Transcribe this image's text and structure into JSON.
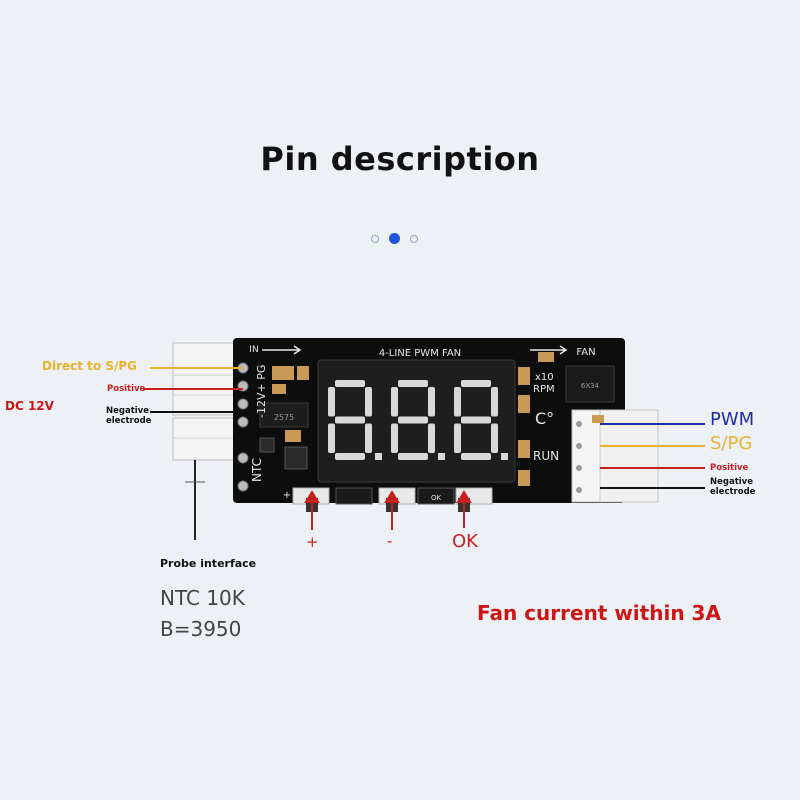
{
  "title": "Pin description",
  "pager": {
    "pages": 3,
    "active_index": 1,
    "active_color": "#1f56d9"
  },
  "board": {
    "title": "4-LINE PWM FAN",
    "in_label": "IN",
    "fan_label": "FAN",
    "in_pins": "-12V+ PG",
    "ntc": "NTC",
    "display": "8.8.8.",
    "x10": "x10",
    "rpm": "RPM",
    "celsius": "C°",
    "run": "RUN",
    "chip_marking": "2575",
    "chip2_marking": "6X34",
    "ok_silk": "OK",
    "plus_silk": "+"
  },
  "left": {
    "direct": "Direct to S/PG",
    "positive": "Positive",
    "negative": "Negative electrode",
    "dc": "DC 12V",
    "probe": "Probe interface",
    "ntc_spec": "NTC 10K",
    "b_spec": "B=3950"
  },
  "right": {
    "pwm": "PWM",
    "spg": "S/PG",
    "positive": "Positive",
    "negative": "Negative electrode"
  },
  "buttons": {
    "plus": "+",
    "minus": "-",
    "ok": "OK"
  },
  "footer": {
    "current": "Fan current within 3A"
  },
  "colors": {
    "board": "#0d0d0d",
    "segment_on": "#d8d8d8",
    "yellow_wire": "#e8b12e",
    "red_wire": "#c72020",
    "blue_wire": "#1c2ea6",
    "black_wire": "#111111",
    "red_text": "#cc1515",
    "grey_text": "#444444"
  }
}
